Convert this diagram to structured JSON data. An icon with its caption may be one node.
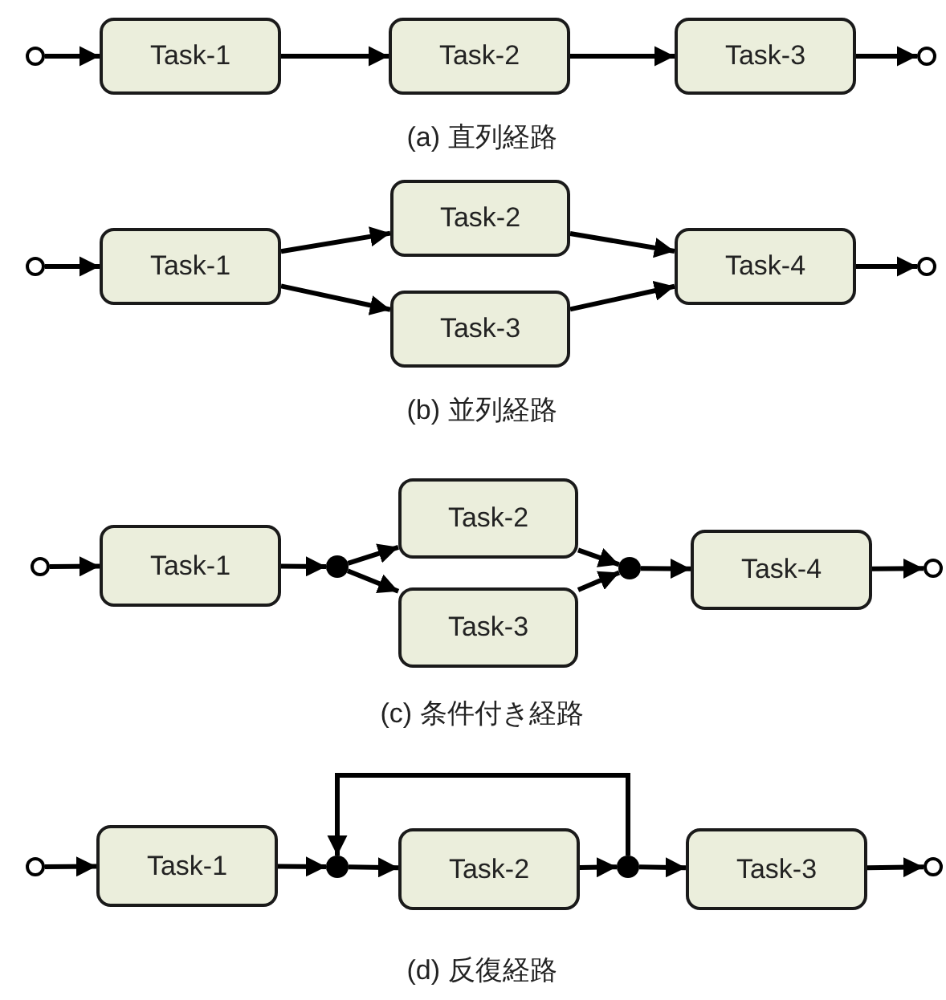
{
  "diagram": {
    "nodes": [
      {
        "text": [],
        "shape": "circle"
      },
      {
        "text": [
          "Task-1"
        ]
      },
      {
        "text": [
          "Task-2"
        ]
      },
      {
        "text": [
          "Task-3"
        ]
      },
      {
        "text": [],
        "shape": "circle"
      },
      {
        "text": [],
        "shape": "circle"
      },
      {
        "text": [
          "Task-1"
        ]
      },
      {
        "text": [
          "Task-2"
        ]
      },
      {
        "text": [
          "Task-3"
        ]
      },
      {
        "text": [
          "Task-4"
        ]
      },
      {
        "text": [],
        "shape": "circle"
      },
      {
        "text": [],
        "shape": "circle"
      },
      {
        "text": [
          "Task-1"
        ]
      },
      {
        "text": [],
        "shape": "dot"
      },
      {
        "text": [
          "Task-2"
        ]
      },
      {
        "text": [
          "Task-3"
        ]
      },
      {
        "text": [],
        "shape": "dot"
      },
      {
        "text": [
          "Task-4"
        ]
      },
      {
        "text": [],
        "shape": "circle"
      },
      {
        "text": [],
        "shape": "circle"
      },
      {
        "text": [
          "Task-1"
        ]
      },
      {
        "text": [],
        "shape": "dot"
      },
      {
        "text": [
          "Task-2"
        ]
      },
      {
        "text": [],
        "shape": "dot"
      },
      {
        "text": [
          "Task-3"
        ]
      },
      {
        "text": [],
        "shape": "circle"
      }
    ],
    "edges": [
      {
        "from": 0,
        "to": 1,
        "arrow": "to"
      },
      {
        "from": 1,
        "to": 2,
        "arrow": "to"
      },
      {
        "from": 2,
        "to": 3,
        "arrow": "to"
      },
      {
        "from": 3,
        "to": 4,
        "arrow": "to"
      },
      {
        "from": 5,
        "to": 6,
        "arrow": "to"
      },
      {
        "from": 6,
        "to": 7,
        "arrow": "to"
      },
      {
        "from": 6,
        "to": 8,
        "arrow": "to"
      },
      {
        "from": 7,
        "to": 9,
        "arrow": "to"
      },
      {
        "from": 8,
        "to": 9,
        "arrow": "to"
      },
      {
        "from": 9,
        "to": 10,
        "arrow": "to"
      },
      {
        "from": 11,
        "to": 12,
        "arrow": "to"
      },
      {
        "from": 12,
        "to": 13,
        "arrow": "to"
      },
      {
        "from": 13,
        "to": 14,
        "arrow": "to"
      },
      {
        "from": 13,
        "to": 15,
        "arrow": "to"
      },
      {
        "from": 14,
        "to": 16,
        "arrow": "to"
      },
      {
        "from": 15,
        "to": 16,
        "arrow": "to"
      },
      {
        "from": 16,
        "to": 17,
        "arrow": "to"
      },
      {
        "from": 17,
        "to": 18,
        "arrow": "to"
      },
      {
        "from": 19,
        "to": 20,
        "arrow": "to"
      },
      {
        "from": 20,
        "to": 21,
        "arrow": "to"
      },
      {
        "from": 21,
        "to": 22,
        "arrow": "to"
      },
      {
        "from": 22,
        "to": 23,
        "arrow": "to"
      },
      {
        "from": 23,
        "to": 24,
        "arrow": "to"
      },
      {
        "from": 24,
        "to": 25,
        "arrow": "to"
      },
      {
        "from": 23,
        "to": 21,
        "arrow": "to"
      }
    ],
    "labels": [
      "(a) 直列経路",
      "(b) 並列経路",
      "(c) 条件付き経路",
      "(d) 反復経路"
    ]
  }
}
